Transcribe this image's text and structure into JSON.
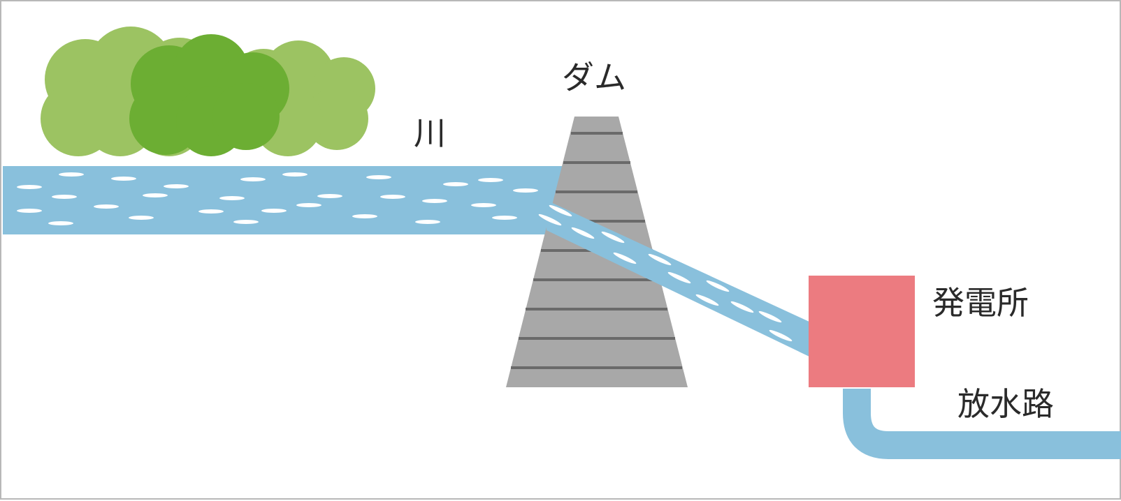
{
  "labels": {
    "river": "川",
    "dam": "ダム",
    "power_station": "発電所",
    "tailrace": "放水路"
  },
  "colors": {
    "water": "#89c0dc",
    "water_highlight": "#ffffff",
    "dam": "#a8a8a8",
    "dam_stripe": "#6a6a6a",
    "power_station": "#ec7b80",
    "tree_light": "#9cc362",
    "tree_dark": "#6cae33",
    "border": "#b8b8b8"
  }
}
